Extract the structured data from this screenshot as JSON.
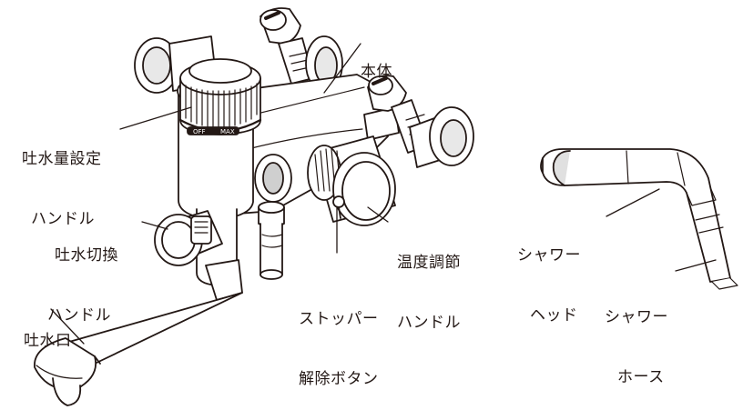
{
  "diagram": {
    "labels": {
      "body": [
        "本体"
      ],
      "flow_setting_handle": [
        "吐水量設定",
        "ハンドル"
      ],
      "flow_switch_handle": [
        "吐水切換",
        "ハンドル"
      ],
      "spout": [
        "吐水口"
      ],
      "temperature_handle": [
        "温度調節",
        "ハンドル"
      ],
      "stopper_release_button": [
        "ストッパー",
        "解除ボタン"
      ],
      "shower_head": [
        "シャワー",
        "ヘッド"
      ],
      "shower_hose": [
        "シャワー",
        "ホース"
      ]
    },
    "handle_marks": [
      "OFF",
      "MAX"
    ],
    "colors": {
      "ink": "#231815",
      "paper": "#ffffff",
      "shade": "#dcdcdc"
    }
  }
}
